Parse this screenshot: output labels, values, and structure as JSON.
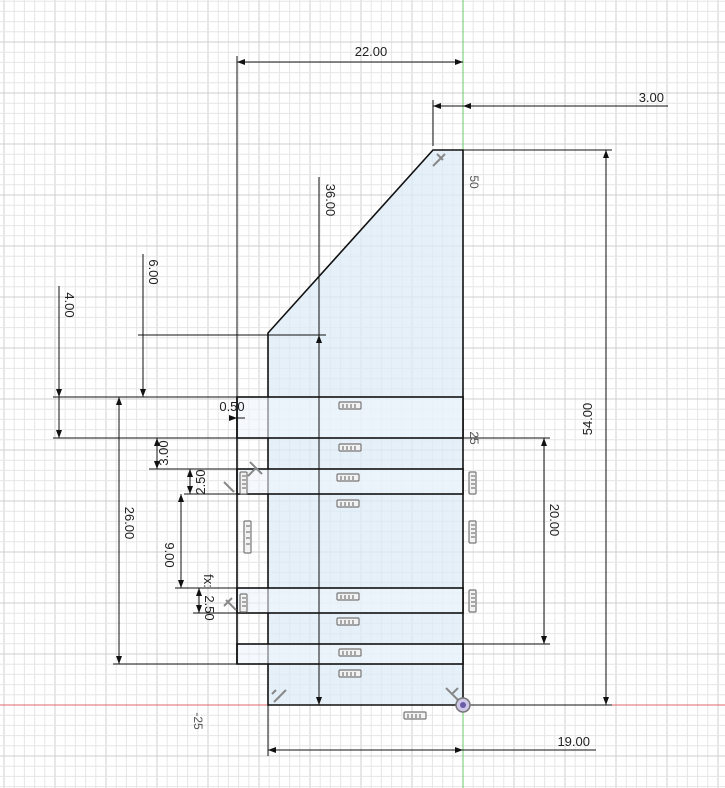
{
  "colors": {
    "background": "#ffffff",
    "grid_minor": "#e6e6e6",
    "grid_major": "#cfcfcf",
    "x_axis": "#e06666",
    "y_axis": "#66cc66",
    "profile_fill": "#dcebf7",
    "profile_stroke": "#111111",
    "dimension_line": "#111111",
    "constraint_icon": "#777777"
  },
  "dimensions": {
    "top_width": "22.00",
    "top_offset": "3.00",
    "total_height": "54.00",
    "diagonal_height": "36.00",
    "upper_step": "6.00",
    "left_step": "4.00",
    "small_gap": "0.50",
    "slot_gap": "3.00",
    "slot_height_1": "2.50",
    "slot_spacing": "9.00",
    "fx_label": "fx:",
    "slot_height_2": "2.50",
    "left_height": "26.00",
    "right_height": "20.00",
    "bottom_width": "19.00"
  },
  "axis_labels": {
    "y_50": "50",
    "y_25": "25",
    "x_neg25": "-25"
  },
  "icons": {
    "horizontal_constraint": "horizontal-constraint-icon",
    "vertical_constraint": "vertical-constraint-icon",
    "perpendicular_constraint": "perpendicular-constraint-icon",
    "origin_point": "origin-point-icon"
  }
}
